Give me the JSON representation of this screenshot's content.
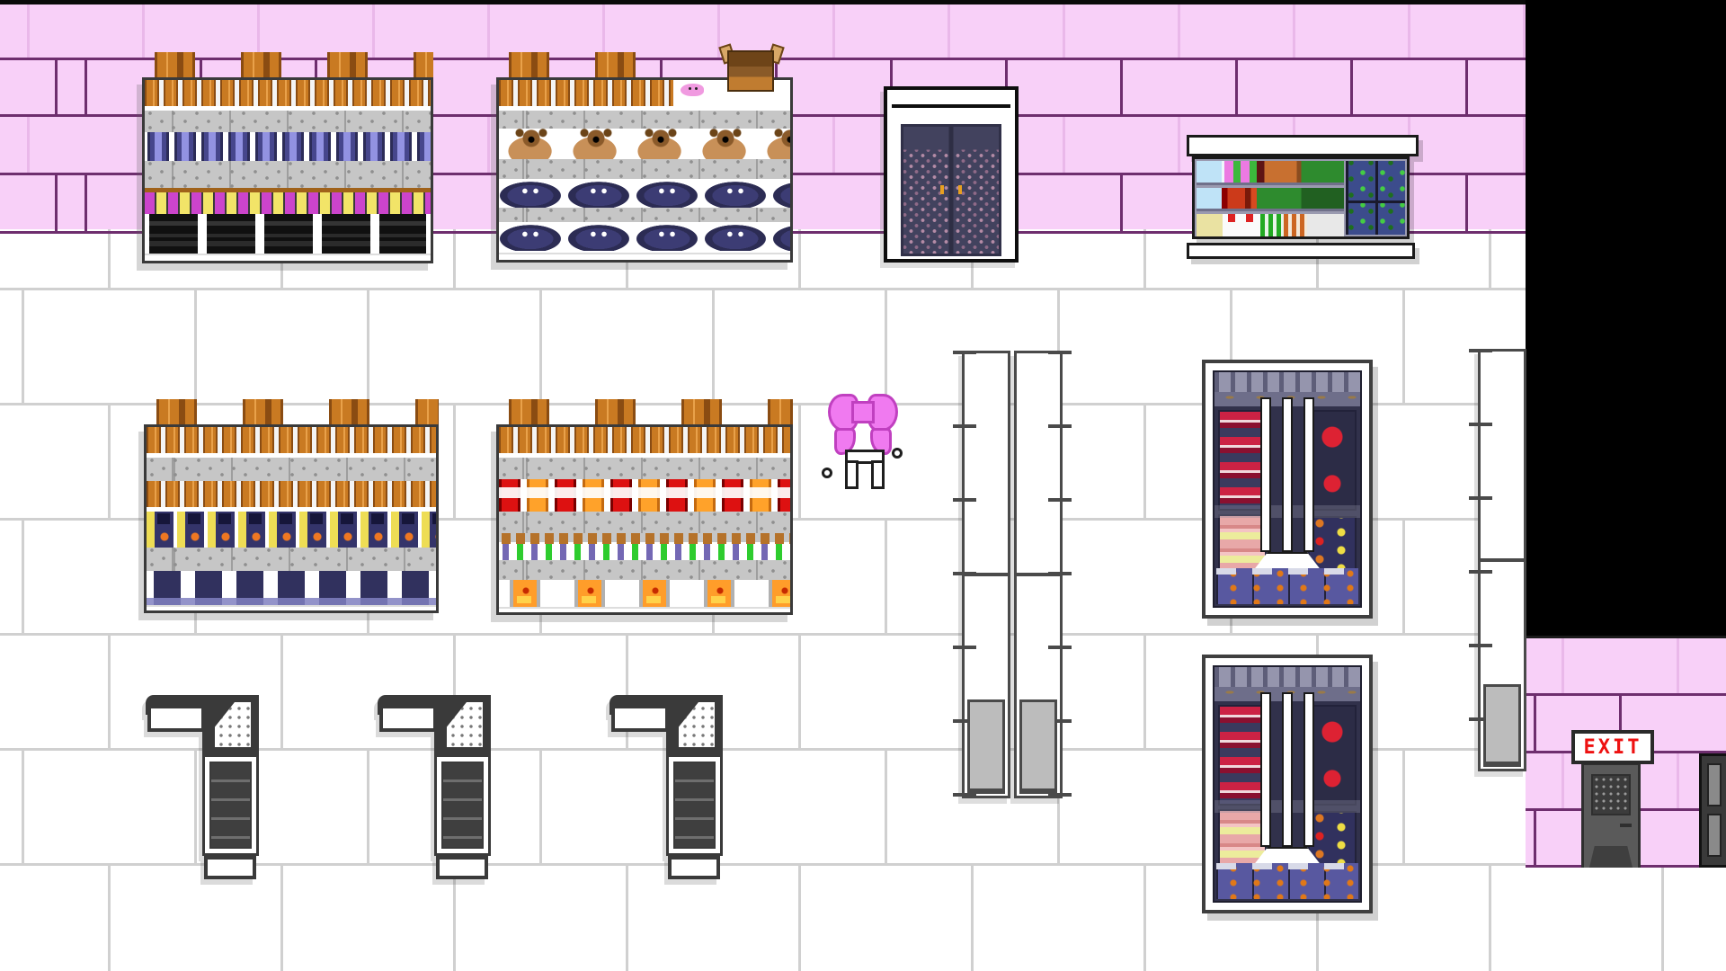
{
  "scene": {
    "description": "Pixel-art supermarket interior map",
    "exit_sign": {
      "label": "EXIT",
      "color": "#ee1111"
    }
  },
  "palette": {
    "wall_pink": "#f8d0f8",
    "wall_mortar_dark": "#6e2e6e",
    "wall_mortar_light": "#eab8ea",
    "void_black": "#000000",
    "floor_white": "#ffffff",
    "floor_line": "#d0d0d0",
    "shelf_pegboard_gray": "#c6c6c6",
    "bottle_orange": "#c97a22",
    "packet_navy": "#46468c",
    "stripe_magenta": "#cc44cc",
    "stripe_yellow": "#f2e468",
    "case_black": "#1e1e1e",
    "bear_brown": "#8a5a2a",
    "plush_navy": "#3c3c74",
    "box_red": "#dd1111",
    "box_orange": "#ffa22a",
    "vial_purple": "#7468b4",
    "vial_green": "#2ecc2e",
    "elevator_door_navy": "#42425e",
    "freezer_interior_navy": "#31314b",
    "meat_red": "#cc2244",
    "gondola_base_gray": "#bcbcbc",
    "checkout_dark": "#3a3a3a",
    "exit_red": "#ee1111",
    "door_gray": "#5a5a5a",
    "bow_pink": "#f07af0"
  },
  "fixtures": [
    "pink-brick-wall",
    "white-tiled-floor",
    "black-void",
    "shelf-blue-packets-and-cases",
    "shelf-teddy-bears-and-plushes",
    "elevator",
    "produce-cooler",
    "shelf-orange-bottles-and-dolls",
    "shelf-red-orange-boxes-and-vials",
    "pink-bow-sprite",
    "gondola-side-left",
    "gondola-side-right",
    "gondola-side-far-right",
    "freezer-case-upper",
    "freezer-case-lower",
    "checkout-counter-1",
    "checkout-counter-2",
    "checkout-counter-3",
    "exit-sign",
    "exit-door",
    "edge-door-partial",
    "deer-head-plush",
    "pink-mouse-plush"
  ]
}
